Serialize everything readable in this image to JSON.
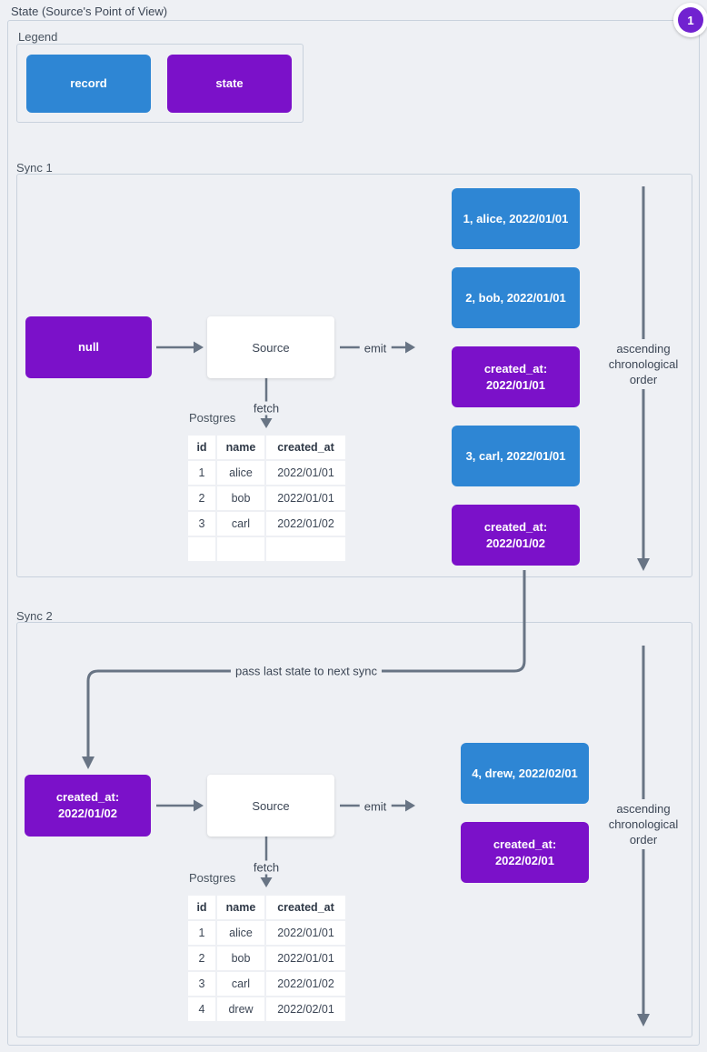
{
  "title": "State (Source's Point of View)",
  "badge": {
    "number": "1"
  },
  "colors": {
    "record": "#2e86d4",
    "state": "#7b11c9",
    "badge": "#7122d0",
    "wire": "#687484"
  },
  "legend": {
    "label": "Legend",
    "items": [
      {
        "type": "record",
        "label": "record"
      },
      {
        "type": "state",
        "label": "state"
      }
    ]
  },
  "labels": {
    "emit": "emit",
    "fetch": "fetch",
    "postgres": "Postgres",
    "pass_state": "pass last state to next sync",
    "chronological": "ascending chronological order"
  },
  "sync1": {
    "label": "Sync 1",
    "input": [
      {
        "type": "state",
        "lines": [
          "null"
        ]
      }
    ],
    "source_label": "Source",
    "table": {
      "headers": [
        "id",
        "name",
        "created_at"
      ],
      "rows": [
        [
          "1",
          "alice",
          "2022/01/01"
        ],
        [
          "2",
          "bob",
          "2022/01/01"
        ],
        [
          "3",
          "carl",
          "2022/01/02"
        ],
        [
          "",
          "",
          ""
        ]
      ]
    },
    "emitted": [
      {
        "type": "record",
        "lines": [
          "1, alice, 2022/01/01"
        ]
      },
      {
        "type": "record",
        "lines": [
          "2, bob, 2022/01/01"
        ]
      },
      {
        "type": "state",
        "lines": [
          "created_at:",
          "2022/01/01"
        ]
      },
      {
        "type": "record",
        "lines": [
          "3, carl, 2022/01/01"
        ]
      },
      {
        "type": "state",
        "lines": [
          "created_at:",
          "2022/01/02"
        ]
      }
    ]
  },
  "sync2": {
    "label": "Sync 2",
    "input": [
      {
        "type": "state",
        "lines": [
          "created_at:",
          "2022/01/02"
        ]
      }
    ],
    "source_label": "Source",
    "table": {
      "headers": [
        "id",
        "name",
        "created_at"
      ],
      "rows": [
        [
          "1",
          "alice",
          "2022/01/01"
        ],
        [
          "2",
          "bob",
          "2022/01/01"
        ],
        [
          "3",
          "carl",
          "2022/01/02"
        ],
        [
          "4",
          "drew",
          "2022/02/01"
        ]
      ]
    },
    "emitted": [
      {
        "type": "record",
        "lines": [
          "4, drew, 2022/02/01"
        ]
      },
      {
        "type": "state",
        "lines": [
          "created_at:",
          "2022/02/01"
        ]
      }
    ]
  }
}
